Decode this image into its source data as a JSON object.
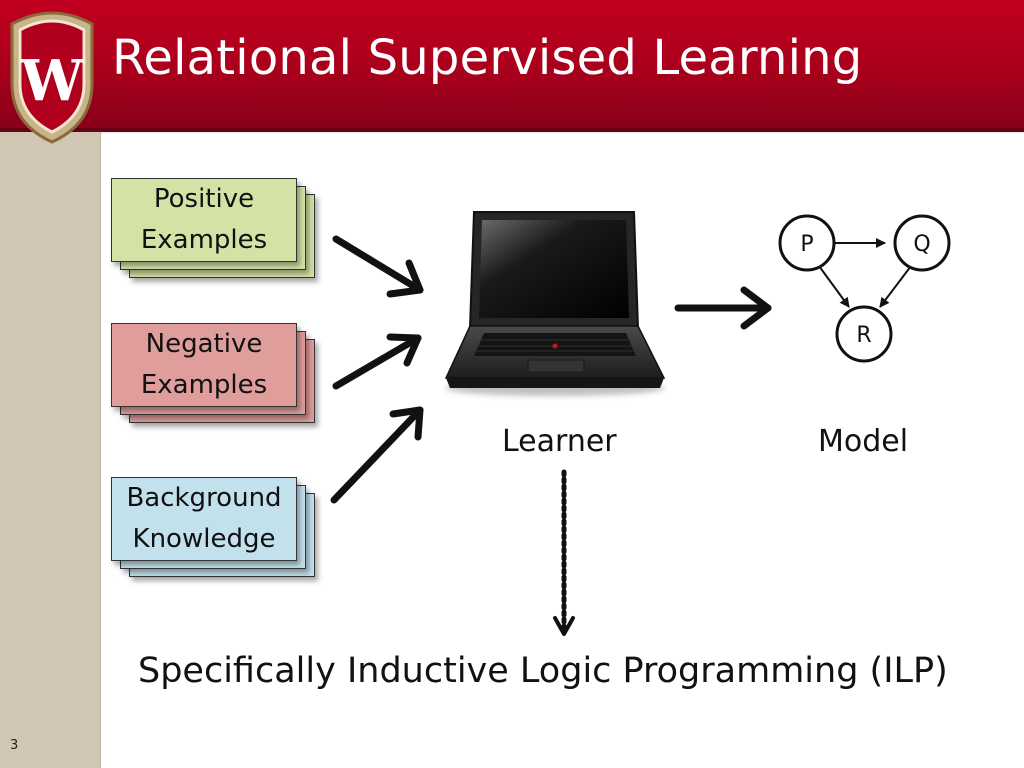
{
  "slide": {
    "title": "Relational Supervised Learning",
    "page_number": "3",
    "logo_letter": "W"
  },
  "inputs": [
    {
      "label": "Positive Examples",
      "color": "#d3e3a6"
    },
    {
      "label": "Negative Examples",
      "color": "#df9d9c"
    },
    {
      "label": "Background Knowledge",
      "color": "#c3e1ed"
    }
  ],
  "learner_label": "Learner",
  "model_label": "Model",
  "model_nodes": [
    "P",
    "Q",
    "R"
  ],
  "footer": "Specifically Inductive Logic Programming (ILP)",
  "colors": {
    "header": "#a8001c",
    "sidebar": "#cfc6b4"
  },
  "icons": [
    "wisconsin-crest-icon",
    "laptop-icon",
    "arrow-icon",
    "dotted-arrow-icon"
  ]
}
